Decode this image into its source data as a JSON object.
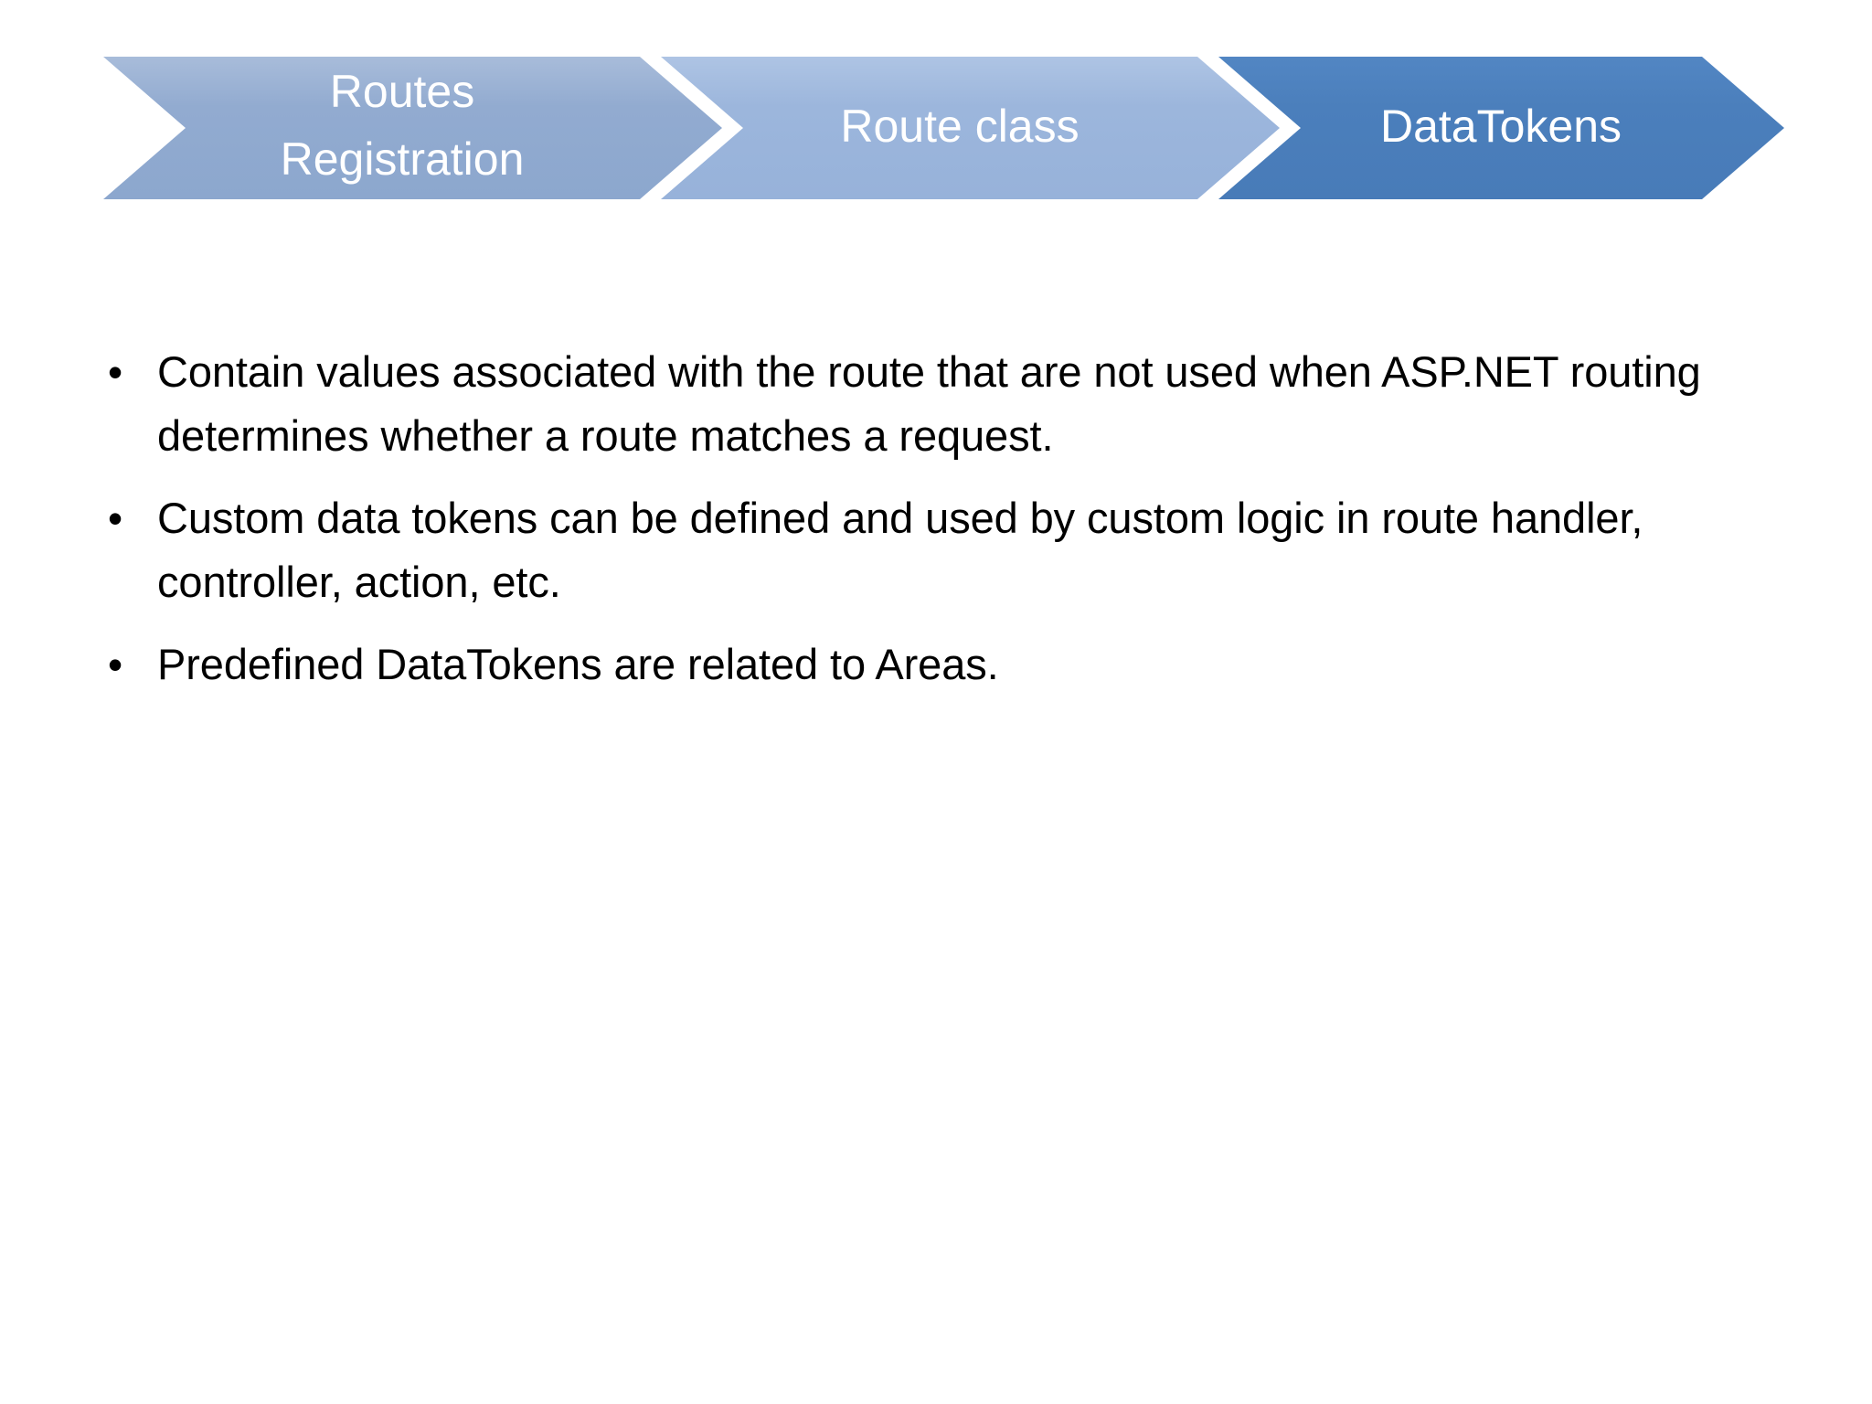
{
  "slide": {
    "background_color": "#ffffff",
    "text_color": "#000000"
  },
  "process_banner": {
    "name": "chevron-process-banner",
    "steps": [
      {
        "id": "routes-registration",
        "label_line1": "Routes",
        "label_line2": "Registration",
        "color": "#90aacf",
        "active": false
      },
      {
        "id": "route-class",
        "label_line1": "Route class",
        "label_line2": "",
        "color": "#9ab5db",
        "active": false
      },
      {
        "id": "datatokens",
        "label_line1": "DataTokens",
        "label_line2": "",
        "color": "#4a7ebb",
        "active": true
      }
    ],
    "label_color": "#ffffff"
  },
  "content": {
    "bullet_glyph": "•",
    "bullets": [
      "Contain values associated with the route that are not used when ASP.NET routing determines whether a route matches a request.",
      "Custom data tokens can be defined and used by custom logic in route handler, controller, action, etc.",
      "Predefined DataTokens are related to Areas."
    ]
  }
}
